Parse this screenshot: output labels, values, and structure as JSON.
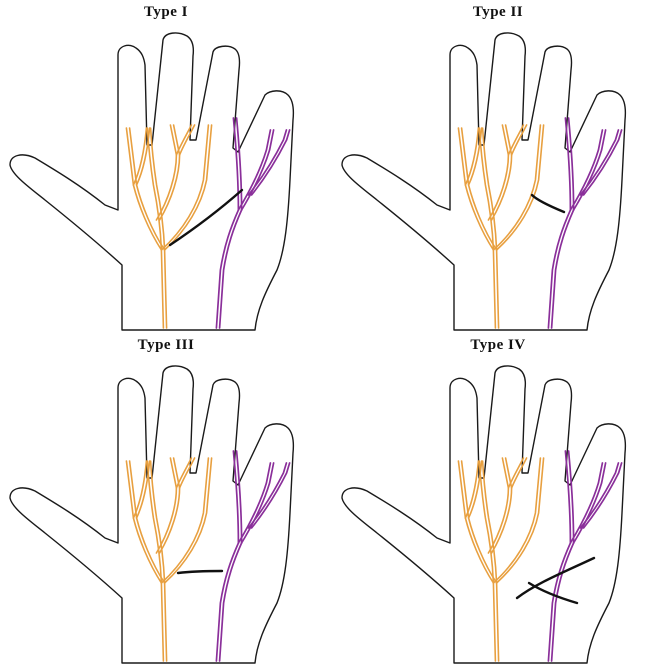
{
  "panels": [
    {
      "id": "type-1",
      "title": "Type I"
    },
    {
      "id": "type-2",
      "title": "Type II"
    },
    {
      "id": "type-3",
      "title": "Type III"
    },
    {
      "id": "type-4",
      "title": "Type IV"
    }
  ],
  "colors": {
    "median_nerve": "#e8a040",
    "ulnar_nerve": "#8a2f9a",
    "communicating_branch": "#111111",
    "outline": "#1a1a1a"
  }
}
